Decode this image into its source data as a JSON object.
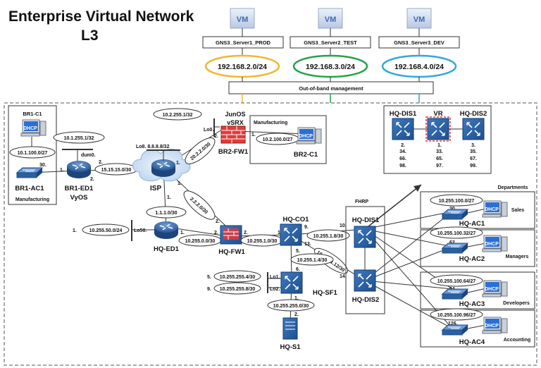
{
  "title": {
    "line1": "Enterprise Virtual Network",
    "line2": "L3"
  },
  "servers": [
    {
      "badge": "VM",
      "name": "GNS3_Server1_PROD",
      "subnet": "192.168.2.0/24",
      "color": "#f2b632"
    },
    {
      "badge": "VM",
      "name": "GNS3_Server2_TEST",
      "subnet": "192.168.3.0/24",
      "color": "#27a349"
    },
    {
      "badge": "VM",
      "name": "GNS3_Server3_DEV",
      "subnet": "192.168.4.0/24",
      "color": "#31a8dc"
    }
  ],
  "oob_label": "Out-of-band management",
  "branch1": {
    "box_name": "BR1-C1",
    "dhcp": "DHCP",
    "manufacturing": "Manufacturing",
    "ac_name": "BR1-AC1",
    "ac_subnet": "10.1.100.0/27",
    "ac_ip": "30.",
    "ed_name": "BR1-ED1",
    "ed_os": "VyOS",
    "dummy_subnet": "10.1.255.1/32",
    "dummy_label": "dum0.",
    "link_ac_ed_1": "1.",
    "link_ac_ed_2": "2.",
    "wan_subnet": "15.15.15.0/30",
    "wan_ed_ip": "2.",
    "wan_isp_ip": "1."
  },
  "isp": {
    "name": "ISP",
    "lo": "Lo8. 8.8.8.8/32",
    "link_br2_subnet": "20.2.2.0/30",
    "link_br2_isp_ip": "1.",
    "link_br2_fw_ip": "2.",
    "link_hqfw_subnet": "2.2.2.0/30",
    "link_hqfw_isp_ip": "1.",
    "link_hqfw_fw_ip": "2.",
    "link_hqed_subnet": "1.1.1.0/30",
    "link_hqed_isp_ip": "1.",
    "link_hqed_ed_ip": "2."
  },
  "branch2": {
    "fw_name": "BR2-FW1",
    "fw_os_1": "JunOS",
    "fw_os_2": "vSRX",
    "lo_subnet": "10.2.255.1/32",
    "lo_label": "Lo0.",
    "lo_ip": "",
    "manufacturing": "Manufacturing",
    "client_subnet": "10.2.100.0/27",
    "client_fw_ip": "1.",
    "dhcp": "DHCP",
    "client_name": "BR2-C1"
  },
  "hq_edge": {
    "ed_name": "HQ-ED1",
    "lo_subnet": "10.255.50.0/24",
    "lo_label": "Lo50.",
    "lo_ip": "1.",
    "ed_fw_subnet": "10.255.0.0/30",
    "ed_fw_ed_ip": "1.",
    "ed_fw_fw_ip": "2.",
    "fw_name": "HQ-FW1",
    "fw_co_subnet": "10.255.1.0/30",
    "fw_co_fw_ip": "2.",
    "fw_co_co_ip": "1."
  },
  "hq_core": {
    "co_name": "HQ-CO1",
    "co_dis1_subnet": "10.255.1.8/30",
    "co_dis1_co_ip": "9.",
    "co_dis1_dis_ip": "10.",
    "co_dis2_subnet": "10.255.1.12/30",
    "co_dis2_co_ip": "13.",
    "co_dis2_dis_ip": "14.",
    "co_sf_subnet": "10.255.1.4/30",
    "co_sf_co_ip": "5.",
    "co_sf_sf_ip": "6.",
    "sf_name": "HQ-SF1",
    "sf_lo1_subnet": "10.255.255.4/30",
    "sf_lo1_label": "Lo1.",
    "sf_lo1_ip": "5.",
    "sf_lo2_subnet": "10.255.255.8/30",
    "sf_lo2_label": "Lo2.",
    "sf_lo2_ip": "9.",
    "sf_s1_subnet": "10.255.255.0/30",
    "sf_s1_sf_ip": "1.",
    "sf_s1_s_ip": "2.",
    "s1_name": "HQ-S1"
  },
  "distribution": {
    "fhrp": "FHRP",
    "dis1_name": "HQ-DIS1",
    "dis2_name": "HQ-DIS2",
    "vr_name": "VR",
    "legend_dis1": "HQ-DIS1",
    "legend_vr": "VR",
    "legend_dis2": "HQ-DIS2",
    "dis1_ips": [
      "2.",
      "34.",
      "66.",
      "98."
    ],
    "vr_ips": [
      "1.",
      "33.",
      "65.",
      "97."
    ],
    "dis2_ips": [
      "3.",
      "35.",
      "67.",
      "99."
    ]
  },
  "departments": {
    "title": "Departments",
    "items": [
      {
        "name": "Sales",
        "subnet": "10.255.100.0/27",
        "ip": "30.",
        "switch": "HQ-AC1",
        "dhcp": "DHCP"
      },
      {
        "name": "Managers",
        "subnet": "10.255.100.32/27",
        "ip": "62.",
        "switch": "HQ-AC2",
        "dhcp": "DHCP"
      },
      {
        "name": "Developers",
        "subnet": "10.255.100.64/27",
        "ip": "94.",
        "switch": "HQ-AC3",
        "dhcp": "DHCP"
      },
      {
        "name": "Accounting",
        "subnet": "10.255.100.96/27",
        "ip": "126.",
        "switch": "HQ-AC4",
        "dhcp": "DHCP"
      }
    ]
  },
  "colors": {
    "router": "#2f5f9e",
    "router_light": "#5d8fcc",
    "firewall": "#e23b3b",
    "monitor": "#2a6fd6"
  }
}
